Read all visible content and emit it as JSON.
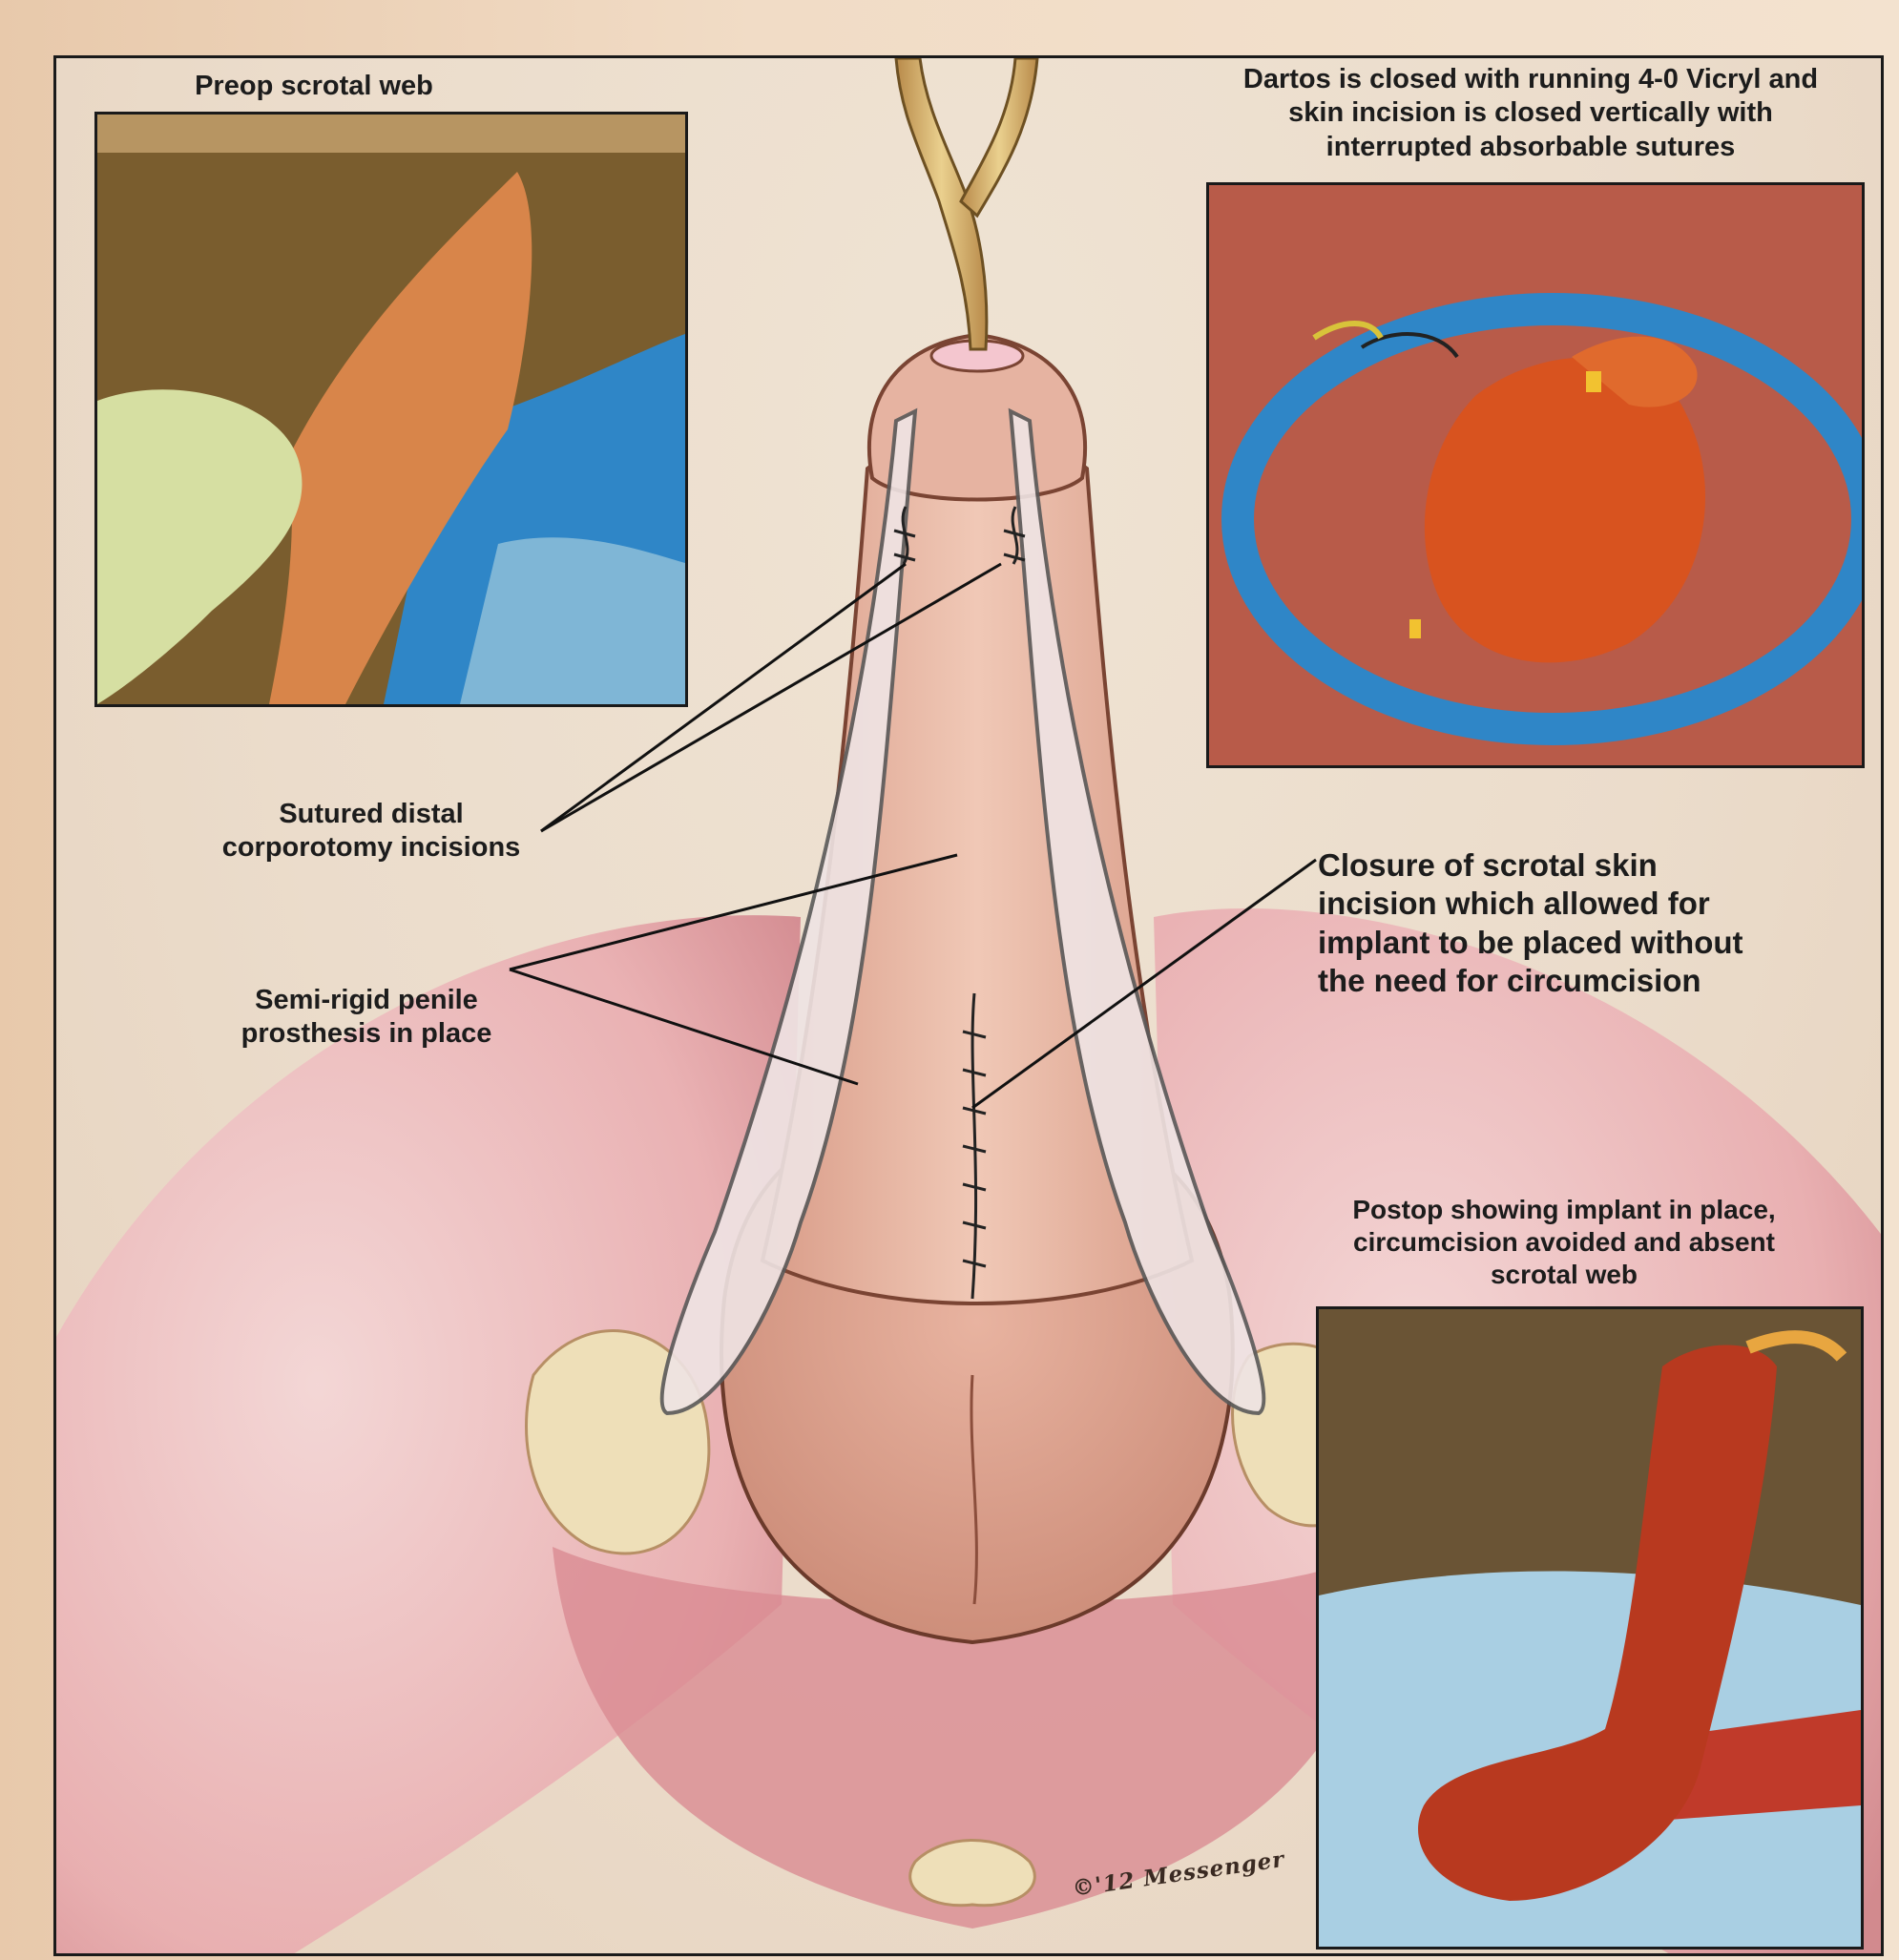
{
  "captions": {
    "preop": "Preop scrotal web",
    "dartos": "Dartos is closed with running 4-0 Vicryl and\nskin incision is closed vertically with\ninterrupted absorbable sutures",
    "sutured": "Sutured distal\ncorporotomy incisions",
    "semirigid": "Semi-rigid penile\nprosthesis in place",
    "closure": "Closure of scrotal skin\nincision which allowed for\nimplant to be placed without\nthe need for circumcision",
    "postop": "Postop showing implant in place,\ncircumcision avoided and absent\nscrotal web"
  },
  "signature": "©'12 Messenger",
  "colors": {
    "frame_border": "#1a1a1a",
    "skin": "#e9b9a4",
    "surgical_drape": "#3a8fcf",
    "blood": "#c8301c",
    "prosthesis": "#efe4e4"
  }
}
